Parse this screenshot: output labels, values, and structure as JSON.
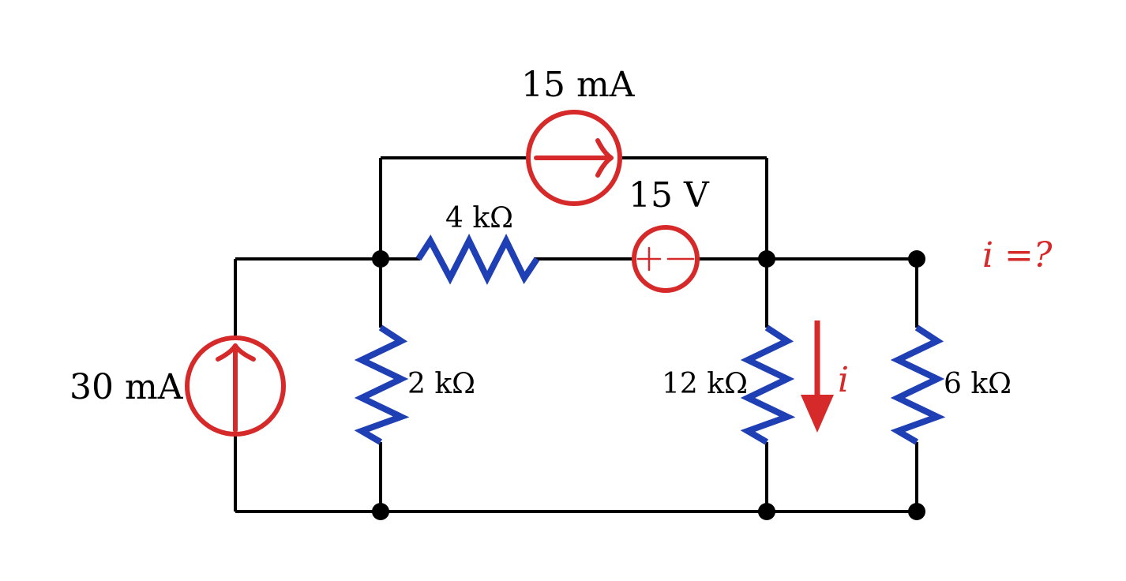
{
  "colors": {
    "wire": "#000000",
    "resistor": "#1f3fb5",
    "source": "#d62a2a",
    "node": "#000000",
    "annotation": "#d62a2a"
  },
  "labels": {
    "current_source_left": "30 mA",
    "current_source_top": "15 mA",
    "voltage_source": "15 V",
    "resistor_4k": "4 kΩ",
    "resistor_2k": "2 kΩ",
    "resistor_12k": "12 kΩ",
    "resistor_6k": "6 kΩ",
    "current_symbol": "i",
    "question": "i =?"
  },
  "voltage_source_polarity": {
    "plus": "+",
    "minus": "−"
  }
}
